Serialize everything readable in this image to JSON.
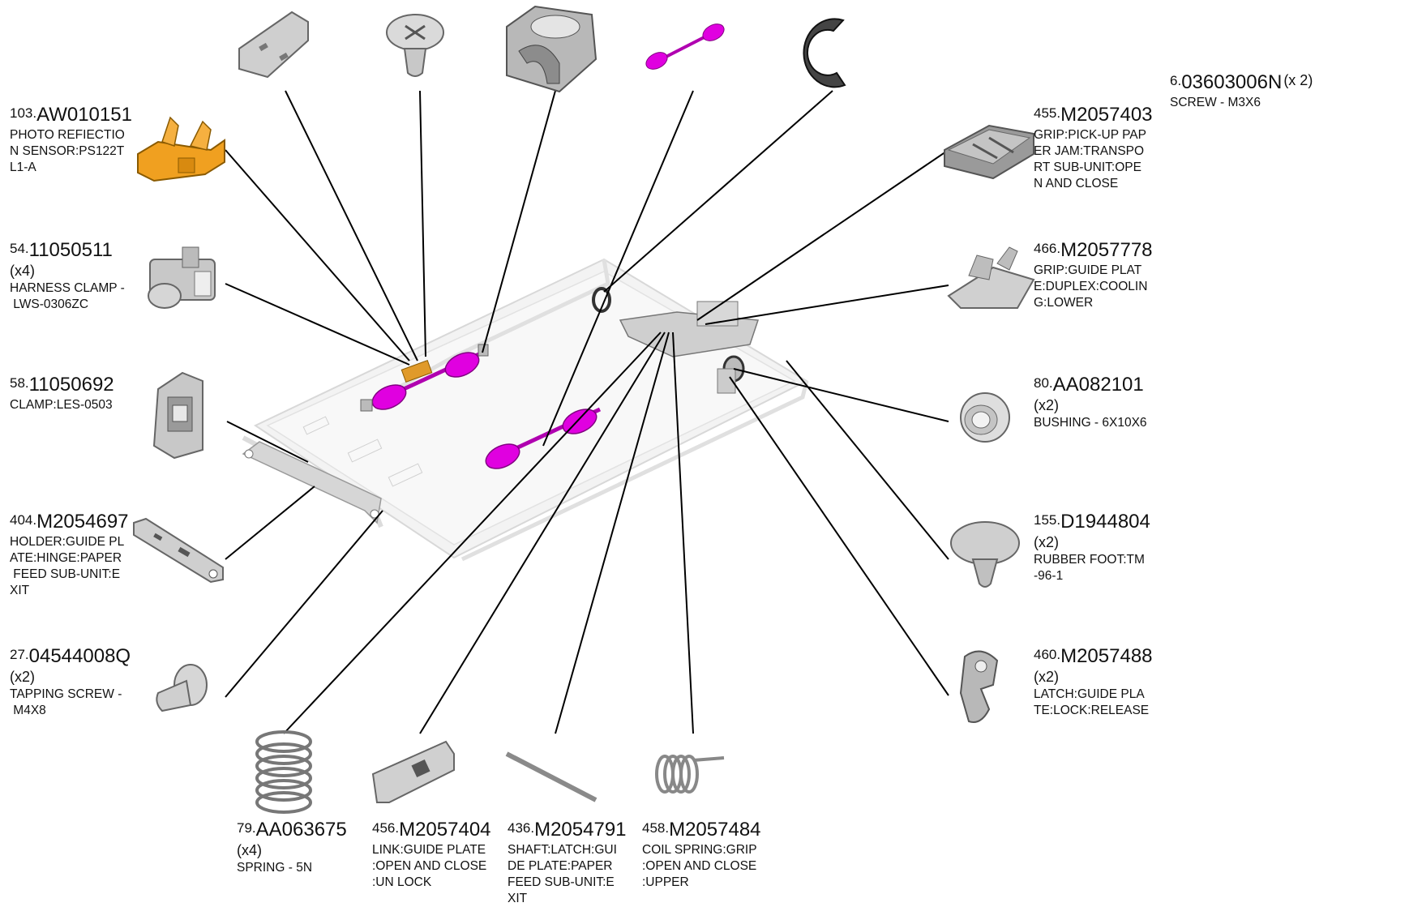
{
  "callouts": [
    {
      "idx": "103.",
      "code": "AW010151",
      "qty": "",
      "desc": [
        "PHOTO REFIECTIO",
        "N SENSOR:PS122T",
        "L1-A"
      ]
    },
    {
      "idx": "54.",
      "code": "11050511",
      "qty": "(x4)",
      "desc": [
        "HARNESS CLAMP -",
        " LWS-0306ZC"
      ]
    },
    {
      "idx": "58.",
      "code": "11050692",
      "qty": "",
      "desc": [
        "CLAMP:LES-0503"
      ]
    },
    {
      "idx": "404.",
      "code": "M2054697",
      "qty": "",
      "desc": [
        "HOLDER:GUIDE PL",
        "ATE:HINGE:PAPER",
        " FEED SUB-UNIT:E",
        "XIT"
      ]
    },
    {
      "idx": "27.",
      "code": "04544008Q",
      "qty": "(x2)",
      "desc": [
        "TAPPING SCREW -",
        " M4X8"
      ]
    },
    {
      "idx": "79.",
      "code": "AA063675",
      "qty": "(x4)",
      "desc": [
        "SPRING - 5N"
      ]
    },
    {
      "idx": "456.",
      "code": "M2057404",
      "qty": "",
      "desc": [
        "LINK:GUIDE PLATE",
        ":OPEN AND CLOSE",
        ":UN LOCK"
      ]
    },
    {
      "idx": "436.",
      "code": "M2054791",
      "qty": "",
      "desc": [
        "SHAFT:LATCH:GUI",
        "DE PLATE:PAPER",
        "FEED SUB-UNIT:E",
        "XIT"
      ]
    },
    {
      "idx": "458.",
      "code": "M2057484",
      "qty": "",
      "desc": [
        "COIL SPRING:GRIP",
        ":OPEN AND CLOSE",
        ":UPPER"
      ]
    },
    {
      "idx": "455.",
      "code": "M2057403",
      "qty": "",
      "desc": [
        "GRIP:PICK-UP PAP",
        "ER JAM:TRANSPO",
        "RT SUB-UNIT:OPE",
        "N AND CLOSE"
      ]
    },
    {
      "idx": "466.",
      "code": "M2057778",
      "qty": "",
      "desc": [
        "GRIP:GUIDE PLAT",
        "E:DUPLEX:COOLIN",
        "G:LOWER"
      ]
    },
    {
      "idx": "80.",
      "code": "AA082101",
      "qty": "(x2)",
      "desc": [
        "BUSHING - 6X10X6"
      ]
    },
    {
      "idx": "155.",
      "code": "D1944804",
      "qty": "(x2)",
      "desc": [
        "RUBBER FOOT:TM",
        "-96-1"
      ]
    },
    {
      "idx": "460.",
      "code": "M2057488",
      "qty": "(x2)",
      "desc": [
        "LATCH:GUIDE PLA",
        "TE:LOCK:RELEASE"
      ]
    },
    {
      "idx": "6.",
      "code": "03603006N",
      "qty": "(x 2)",
      "desc": [
        "SCREW - M3X6"
      ]
    }
  ],
  "colors": {
    "line": "#000000",
    "part_gray": "#c8c8c8",
    "part_dark": "#8a8a8a",
    "frame": "#ececec",
    "magenta": "#e000e0",
    "orange": "#f0a020"
  }
}
